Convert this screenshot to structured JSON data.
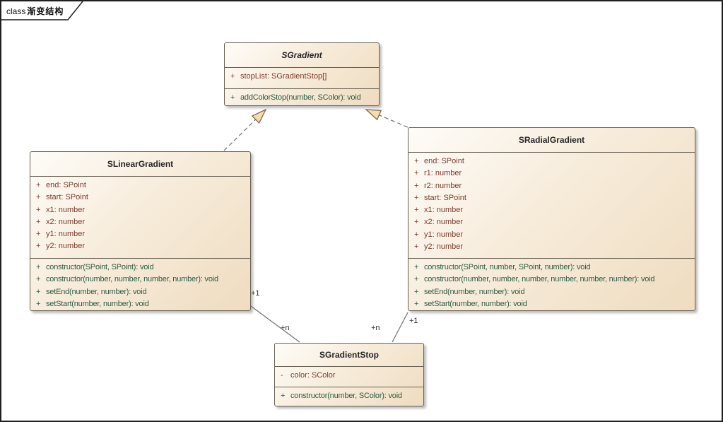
{
  "frame": {
    "keyword": "class",
    "title": "渐变结构"
  },
  "colors": {
    "box_fill_light": "#fefcf8",
    "box_fill_dark": "#efdcc0",
    "box_border": "#696255",
    "attribute_text": "#7e3b2d",
    "method_text": "#2e5c44",
    "connector_line": "#707070",
    "triangle_fill": "#f5dcb0"
  },
  "classes": [
    {
      "name": "SGradient",
      "stereotype": "abstract",
      "attributes": [
        {
          "visibility": "+",
          "text": "stopList: SGradientStop[]"
        }
      ],
      "methods": [
        {
          "visibility": "+",
          "text": "addColorStop(number, SColor): void"
        }
      ]
    },
    {
      "name": "SLinearGradient",
      "attributes": [
        {
          "visibility": "+",
          "text": "end: SPoint"
        },
        {
          "visibility": "+",
          "text": "start: SPoint"
        },
        {
          "visibility": "+",
          "text": "x1: number"
        },
        {
          "visibility": "+",
          "text": "x2: number"
        },
        {
          "visibility": "+",
          "text": "y1: number"
        },
        {
          "visibility": "+",
          "text": "y2: number"
        }
      ],
      "methods": [
        {
          "visibility": "+",
          "text": "constructor(SPoint, SPoint): void"
        },
        {
          "visibility": "+",
          "text": "constructor(number, number, number, number): void"
        },
        {
          "visibility": "+",
          "text": "setEnd(number, number): void"
        },
        {
          "visibility": "+",
          "text": "setStart(number, number): void"
        }
      ]
    },
    {
      "name": "SRadialGradient",
      "attributes": [
        {
          "visibility": "+",
          "text": "end: SPoint"
        },
        {
          "visibility": "+",
          "text": "r1: number"
        },
        {
          "visibility": "+",
          "text": "r2: number"
        },
        {
          "visibility": "+",
          "text": "start: SPoint"
        },
        {
          "visibility": "+",
          "text": "x1: number"
        },
        {
          "visibility": "+",
          "text": "x2: number"
        },
        {
          "visibility": "+",
          "text": "y1: number"
        },
        {
          "visibility": "+",
          "text": "y2: number"
        }
      ],
      "methods": [
        {
          "visibility": "+",
          "text": "constructor(SPoint, number, SPoint, number): void"
        },
        {
          "visibility": "+",
          "text": "constructor(number, number, number, number, number, number): void"
        },
        {
          "visibility": "+",
          "text": "setEnd(number, number): void"
        },
        {
          "visibility": "+",
          "text": "setStart(number, number): void"
        }
      ]
    },
    {
      "name": "SGradientStop",
      "attributes": [
        {
          "visibility": "-",
          "text": "color: SColor"
        }
      ],
      "methods": [
        {
          "visibility": "+",
          "text": "constructor(number, SColor): void"
        }
      ]
    }
  ],
  "connectors": {
    "realizations": [
      {
        "from": "SLinearGradient",
        "to": "SGradient"
      },
      {
        "from": "SRadialGradient",
        "to": "SGradient"
      }
    ],
    "associations": [
      {
        "from": "SLinearGradient",
        "to": "SGradientStop",
        "from_label": "+1",
        "to_label": "+n"
      },
      {
        "from": "SRadialGradient",
        "to": "SGradientStop",
        "from_label": "+1",
        "to_label": "+n"
      }
    ]
  }
}
